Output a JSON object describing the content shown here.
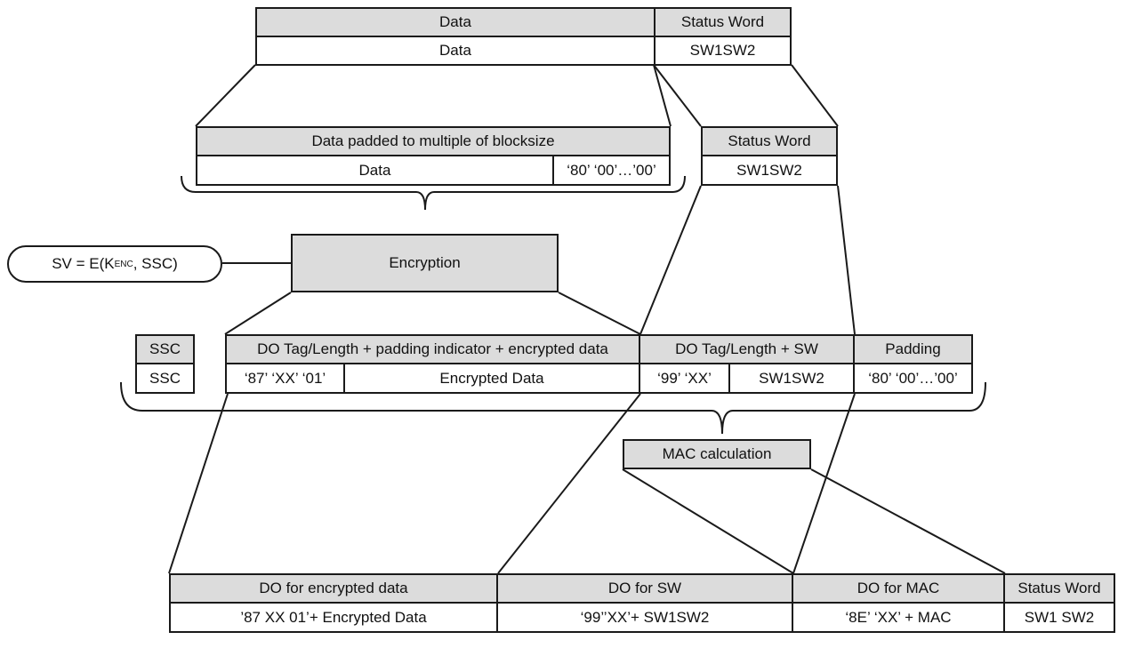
{
  "top": {
    "data_header": "Data",
    "status_header": "Status Word",
    "data_value": "Data",
    "status_value": "SW1SW2"
  },
  "padded": {
    "header": "Data padded to multiple of blocksize",
    "data_value": "Data",
    "padding_value": "‘80’ ‘00’…’00’"
  },
  "status_mid": {
    "header": "Status Word",
    "value": "SW1SW2"
  },
  "sv": {
    "prefix": "SV = E(K",
    "subscript": "ENC",
    "suffix": ", SSC)"
  },
  "encryption": {
    "label": "Encryption"
  },
  "middle_row": {
    "ssc_header": "SSC",
    "ssc_value": "SSC",
    "do_enc_header": "DO Tag/Length + padding indicator + encrypted data",
    "do_enc_tag": "‘87’ ‘XX’ ‘01’",
    "do_enc_value": "Encrypted Data",
    "do_sw_header": "DO Tag/Length + SW",
    "do_sw_tag": "‘99’ ‘XX’",
    "do_sw_value": "SW1SW2",
    "padding_header": "Padding",
    "padding_value": "‘80’ ‘00’…’00’"
  },
  "mac": {
    "label": "MAC calculation"
  },
  "bottom_row": {
    "do_enc_header": "DO for encrypted data",
    "do_enc_value": "’87 XX 01’+ Encrypted Data",
    "do_sw_header": "DO for SW",
    "do_sw_value": "‘99’’XX’+ SW1SW2",
    "do_mac_header": "DO for MAC",
    "do_mac_value": "‘8E’ ‘XX’ + MAC",
    "status_header": "Status Word",
    "status_value": "SW1 SW2"
  },
  "colors": {
    "header_fill": "#dcdcdc",
    "value_fill": "#ffffff",
    "stroke": "#1a1a1a"
  }
}
